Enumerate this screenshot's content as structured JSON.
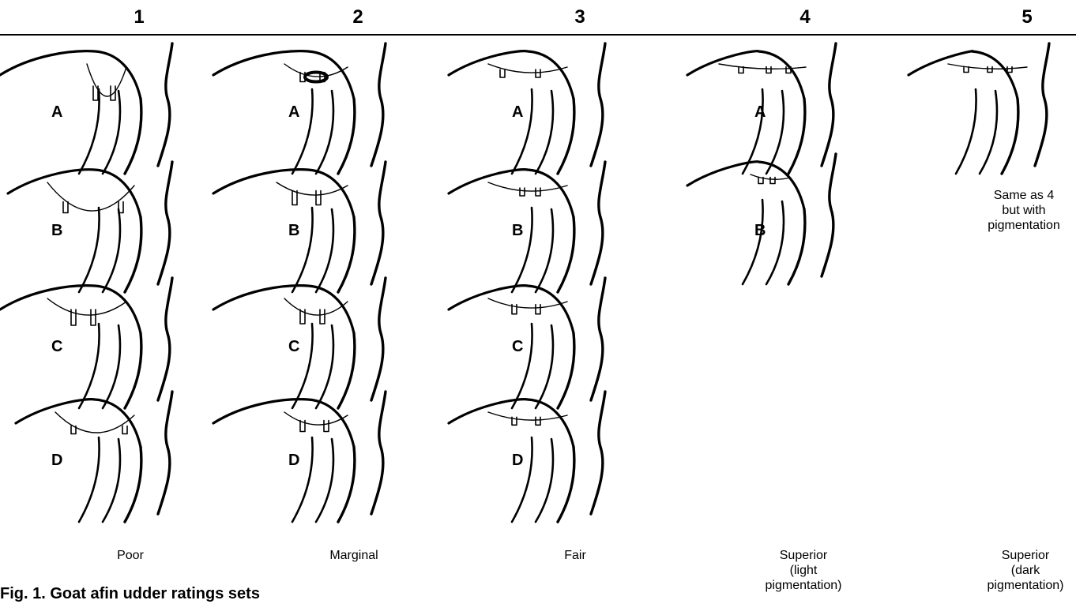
{
  "columns": [
    {
      "number": "1",
      "rating": "Poor",
      "figures": [
        "A",
        "B",
        "C",
        "D"
      ]
    },
    {
      "number": "2",
      "rating": "Marginal",
      "figures": [
        "A",
        "B",
        "C",
        "D"
      ]
    },
    {
      "number": "3",
      "rating": "Fair",
      "figures": [
        "A",
        "B",
        "C",
        "D"
      ]
    },
    {
      "number": "4",
      "rating_lines": [
        "Superior",
        "(light",
        "pigmentation)"
      ],
      "figures": [
        "A",
        "B"
      ]
    },
    {
      "number": "5",
      "rating_lines": [
        "Superior",
        "(dark",
        "pigmentation)"
      ],
      "note_lines": [
        "Same as 4",
        "but with",
        "pigmentation"
      ]
    }
  ],
  "caption": "Fig. 1. Goat afin udder ratings sets"
}
